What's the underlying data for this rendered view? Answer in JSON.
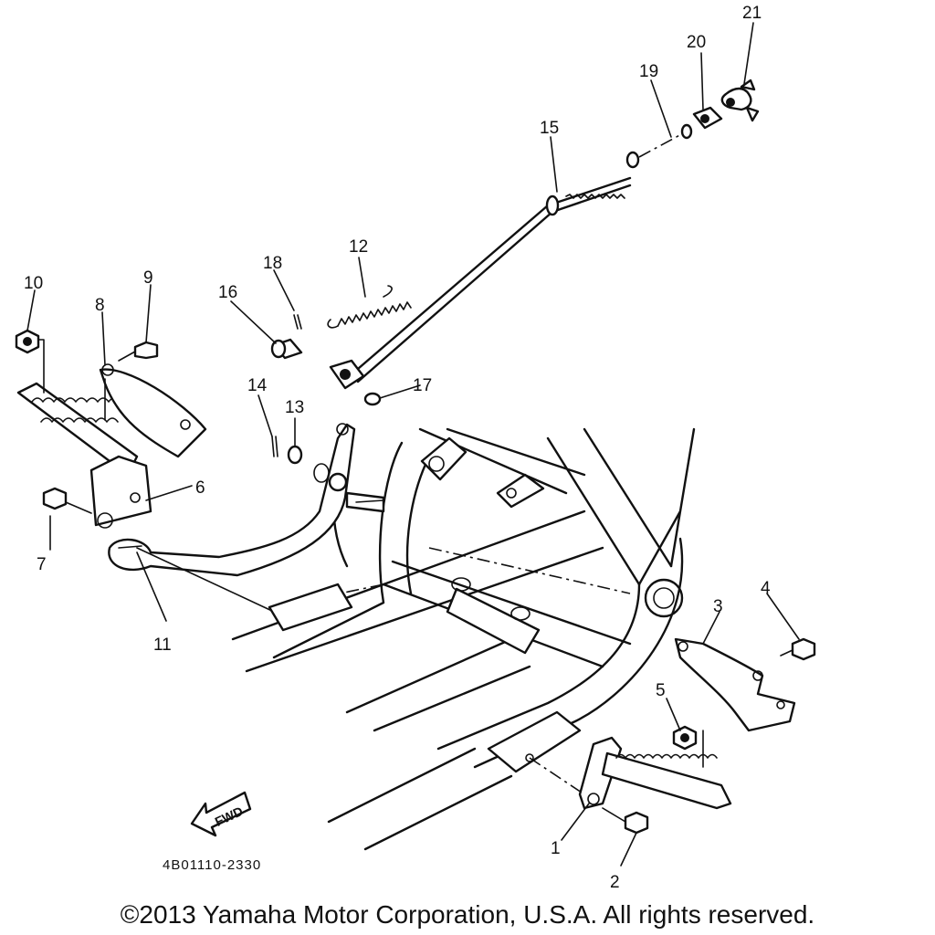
{
  "diagram": {
    "part_labels": [
      {
        "id": "1",
        "text": "1"
      },
      {
        "id": "2",
        "text": "2"
      },
      {
        "id": "3",
        "text": "3"
      },
      {
        "id": "4",
        "text": "4"
      },
      {
        "id": "5",
        "text": "5"
      },
      {
        "id": "6",
        "text": "6"
      },
      {
        "id": "7",
        "text": "7"
      },
      {
        "id": "8",
        "text": "8"
      },
      {
        "id": "9",
        "text": "9"
      },
      {
        "id": "10",
        "text": "10"
      },
      {
        "id": "11",
        "text": "11"
      },
      {
        "id": "12",
        "text": "12"
      },
      {
        "id": "13",
        "text": "13"
      },
      {
        "id": "14",
        "text": "14"
      },
      {
        "id": "15",
        "text": "15"
      },
      {
        "id": "16",
        "text": "16"
      },
      {
        "id": "17",
        "text": "17"
      },
      {
        "id": "18",
        "text": "18"
      },
      {
        "id": "19",
        "text": "19"
      },
      {
        "id": "20",
        "text": "20"
      },
      {
        "id": "21",
        "text": "21"
      }
    ],
    "fwd_label": "FWD",
    "drawing_code": "4B01110-2330"
  },
  "footer": {
    "copyright": "©2013 Yamaha Motor Corporation, U.S.A. All rights reserved."
  }
}
